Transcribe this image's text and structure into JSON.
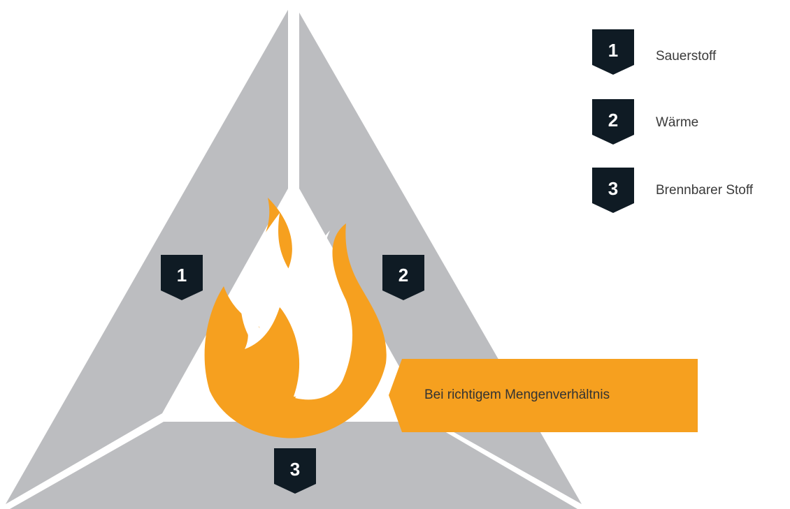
{
  "legend": {
    "items": [
      {
        "number": "1",
        "label": "Sauerstoff"
      },
      {
        "number": "2",
        "label": "Wärme"
      },
      {
        "number": "3",
        "label": "Brennbarer Stoff"
      }
    ]
  },
  "triangle": {
    "sides": [
      {
        "number": "1"
      },
      {
        "number": "2"
      },
      {
        "number": "3"
      }
    ]
  },
  "callout": {
    "text": "Bei richtigem Mengenverhältnis"
  },
  "colors": {
    "segment": "#bcbdc0",
    "badge": "#0f1b24",
    "flame": "#f6a01f",
    "callout": "#f6a01f"
  },
  "icons": {
    "center": "flame-icon",
    "badge": "number-badge"
  }
}
